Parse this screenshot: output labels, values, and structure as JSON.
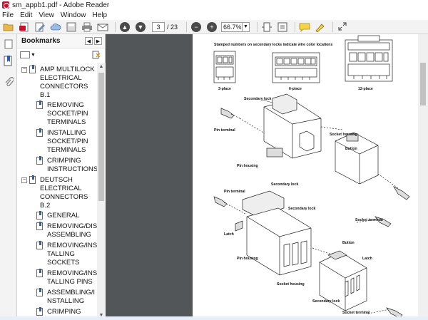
{
  "window": {
    "title": "sm_appb1.pdf - Adobe Reader"
  },
  "menu": [
    "File",
    "Edit",
    "View",
    "Window",
    "Help"
  ],
  "toolbar": {
    "page_current": "3",
    "page_total": "/ 23",
    "zoom": "66.7%"
  },
  "bookmarks_panel": {
    "title": "Bookmarks",
    "items": [
      {
        "level": 1,
        "label": "AMP MULTILOCK ELECTRICAL CONNECTORS B.1",
        "toggle": "−"
      },
      {
        "level": 2,
        "label": "REMOVING SOCKET/PIN TERMINALS"
      },
      {
        "level": 2,
        "label": "INSTALLING SOCKET/PIN TERMINALS"
      },
      {
        "level": 2,
        "label": "CRIMPING INSTRUCTIONS"
      },
      {
        "level": 1,
        "label": "DEUTSCH ELECTRICAL CONNECTORS B.2",
        "toggle": "−"
      },
      {
        "level": 2,
        "label": "GENERAL"
      },
      {
        "level": 2,
        "label": "REMOVING/DIS ASSEMBLING"
      },
      {
        "level": 2,
        "label": "REMOVING/INS TALLING SOCKETS"
      },
      {
        "level": 2,
        "label": "REMOVING/INS TALLING PINS"
      },
      {
        "level": 2,
        "label": "ASSEMBLING/I NSTALLING"
      },
      {
        "level": 2,
        "label": "CRIMPING"
      }
    ]
  },
  "document": {
    "heading": "Stamped numbers on secondary locks indicate wire color locations",
    "connector_labels": [
      "3-place",
      "6-place",
      "12-place"
    ],
    "top_diagram_labels": {
      "secondary_lock": "Secondary lock",
      "pin_terminal": "Pin terminal",
      "socket_housing": "Socket housing",
      "button": "Button",
      "pin_housing": "Pin housing"
    },
    "bottom_diagram_labels": {
      "secondary_lock_a": "Secondary lock",
      "pin_terminal": "Pin terminal",
      "secondary_lock_b": "Secondary lock",
      "socket_terminal_a": "Socket terminal",
      "latch_a": "Latch",
      "button": "Button",
      "pin_housing": "Pin housing",
      "latch_b": "Latch",
      "socket_housing": "Socket housing",
      "secondary_lock_c": "Secondary lock",
      "socket_terminal_b": "Socket terminal"
    }
  }
}
